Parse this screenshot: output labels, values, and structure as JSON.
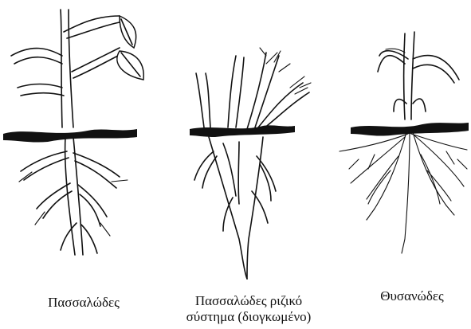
{
  "plants": [
    {
      "label": "Πασσαλώδες"
    },
    {
      "label_line1": "Πασσαλώδες ριζικό",
      "label_line2": "σύστημα (διογκωμένο)"
    },
    {
      "label": "Θυσανώδες"
    }
  ]
}
